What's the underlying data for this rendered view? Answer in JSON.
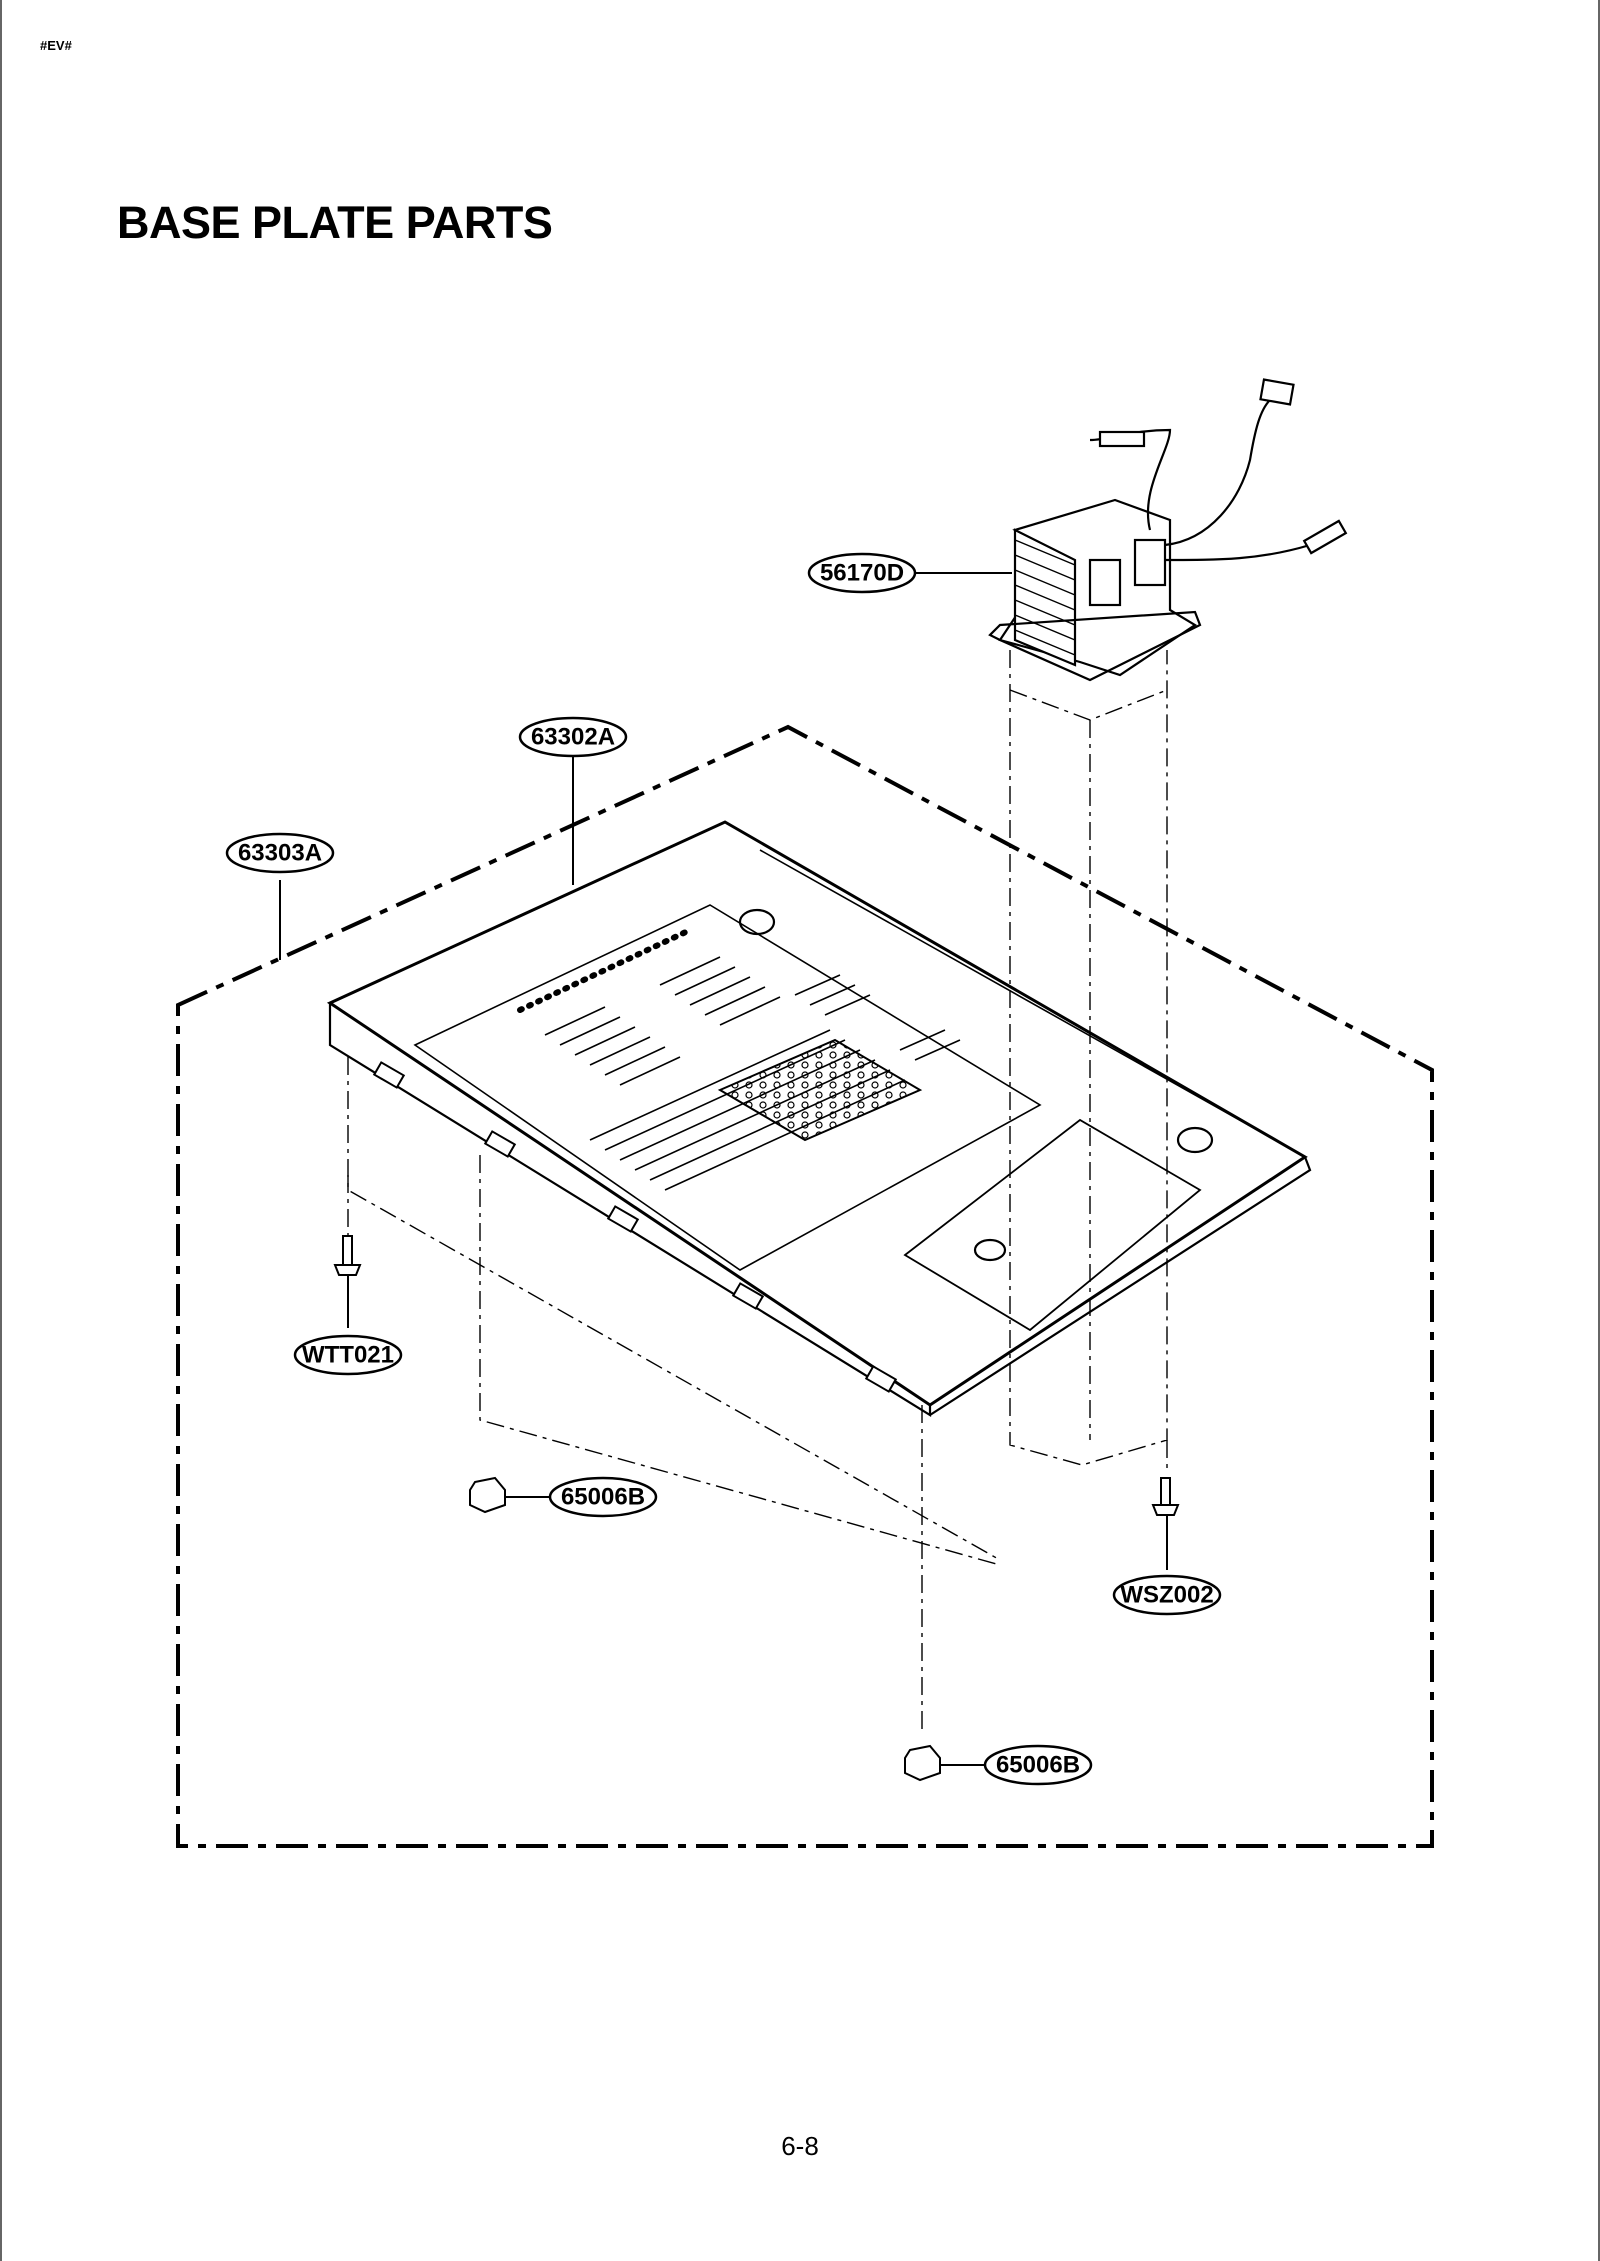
{
  "header": {
    "doc_code": "#EV#",
    "title": "BASE PLATE PARTS"
  },
  "callouts": [
    {
      "id": "transformer",
      "label": "56170D"
    },
    {
      "id": "base-plate",
      "label": "63302A"
    },
    {
      "id": "base-plate-assembly",
      "label": "63303A"
    },
    {
      "id": "screw-left",
      "label": "WTT021"
    },
    {
      "id": "foot-left",
      "label": "65006B"
    },
    {
      "id": "screw-right",
      "label": "WSZ002"
    },
    {
      "id": "foot-bottom",
      "label": "65006B"
    }
  ],
  "footer": {
    "page_number": "6-8"
  }
}
